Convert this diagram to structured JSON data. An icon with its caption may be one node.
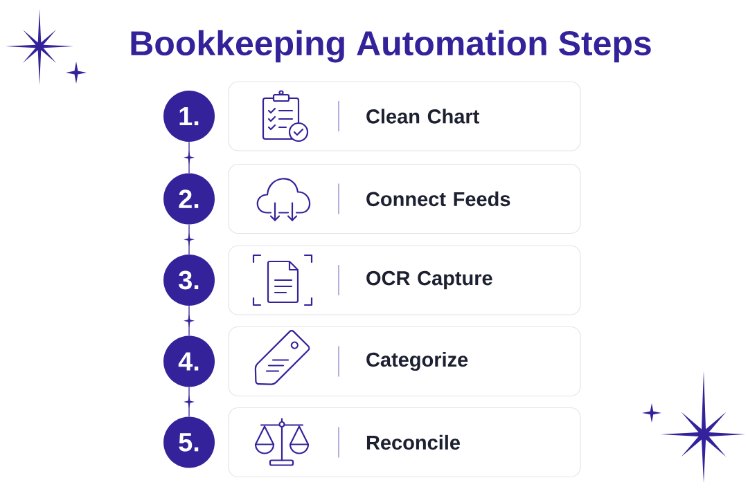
{
  "diagram": {
    "title": "Bookkeeping Automation Steps",
    "nodes": [
      {
        "text": [
          "1."
        ]
      },
      {
        "text": [
          "Clean Chart"
        ]
      },
      {
        "text": [
          "2."
        ]
      },
      {
        "text": [
          "Connect Feeds"
        ]
      },
      {
        "text": [
          "3."
        ]
      },
      {
        "text": [
          "OCR Capture"
        ]
      },
      {
        "text": [
          "4."
        ]
      },
      {
        "text": [
          "Categorize"
        ]
      },
      {
        "text": [
          "5."
        ]
      },
      {
        "text": [
          "Reconcile"
        ]
      }
    ],
    "edges": [
      {
        "from": 0,
        "to": 2,
        "arrow": "none"
      },
      {
        "from": 2,
        "to": 4,
        "arrow": "none"
      },
      {
        "from": 4,
        "to": 6,
        "arrow": "none"
      },
      {
        "from": 6,
        "to": 8,
        "arrow": "none"
      }
    ]
  }
}
